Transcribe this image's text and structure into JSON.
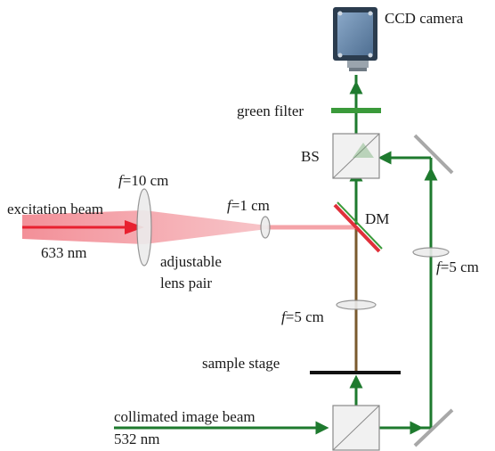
{
  "labels": {
    "ccd_camera": "CCD camera",
    "green_filter": "green filter",
    "bs": "BS",
    "dm": "DM",
    "excitation_beam": "excitation beam",
    "excitation_wavelength": "633 nm",
    "lens_large_focal_f": "f",
    "lens_large_focal_value": "=10 cm",
    "lens_small_focal_f": "f",
    "lens_small_focal_value": "=1 cm",
    "adjustable_line1": "adjustable",
    "adjustable_line2": "lens pair",
    "lens_center_focal_f": "f",
    "lens_center_focal_value": "=5 cm",
    "lens_right_focal_f": "f",
    "lens_right_focal_value": "=5 cm",
    "sample_stage": "sample stage",
    "collimated_beam": "collimated image beam",
    "collimated_wavelength": "532 nm"
  },
  "colors": {
    "green_beam": "#1e7a2e",
    "red_beam": "#e8202f",
    "red_fan": "#f4a3a8",
    "mirror_gray": "#a8a8a8",
    "dm_red": "#e0303a",
    "dm_green": "#3a9a3a",
    "camera_body": "#6d8fb3",
    "filter_green": "#3a9a3a",
    "stage_black": "#111111"
  }
}
